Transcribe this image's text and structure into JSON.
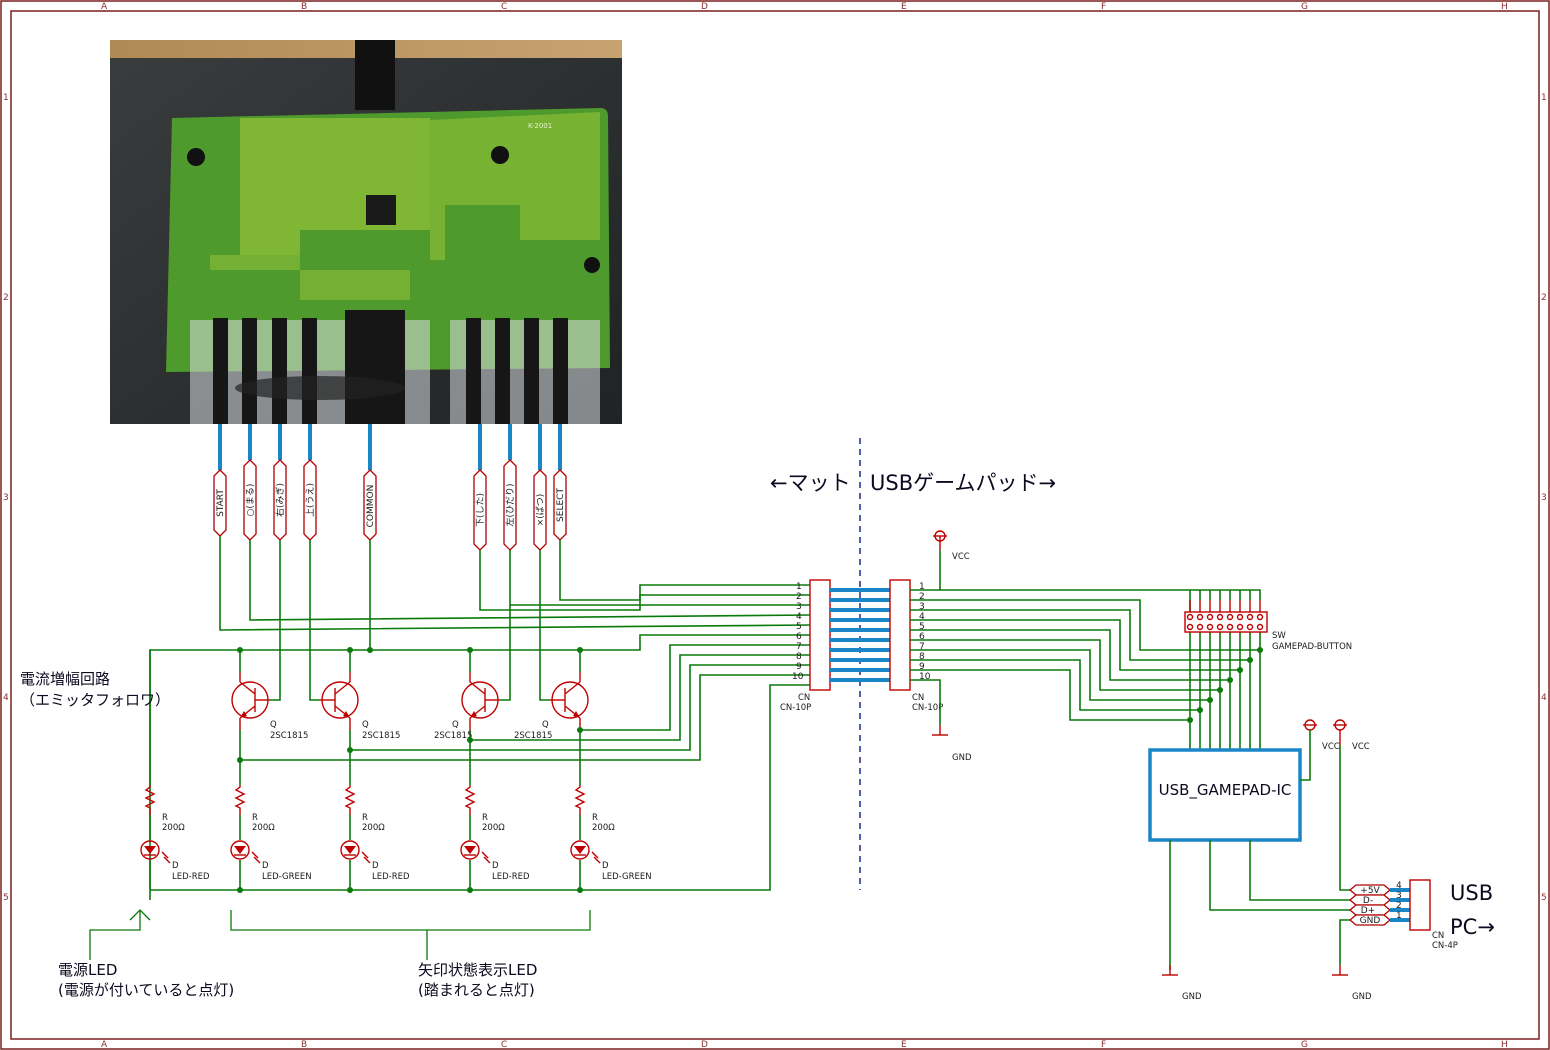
{
  "sheet": {
    "columns": [
      "A",
      "B",
      "C",
      "D",
      "E",
      "F",
      "G",
      "H"
    ],
    "rows": [
      "1",
      "2",
      "3",
      "4",
      "5"
    ]
  },
  "photo": {
    "description": "Photo of dance mat controller PCB with flat flexible cable",
    "board_marking": "K-2001"
  },
  "mat_labels": [
    {
      "id": "start",
      "text": "START"
    },
    {
      "id": "maru",
      "text": "○(まる)"
    },
    {
      "id": "migi",
      "text": "右(みぎ)"
    },
    {
      "id": "ue",
      "text": "上(うえ)"
    },
    {
      "id": "common",
      "text": "COMMON"
    },
    {
      "id": "shita",
      "text": "下(した)"
    },
    {
      "id": "hidari",
      "text": "左(ひだり)"
    },
    {
      "id": "batsu",
      "text": "×(ばつ)"
    },
    {
      "id": "select",
      "text": "SELECT"
    }
  ],
  "section_header": {
    "left": "←マット",
    "right": "USBゲームパッド→"
  },
  "connector_left": {
    "ref": "CN",
    "value": "CN-10P",
    "pins": [
      "1",
      "2",
      "3",
      "4",
      "5",
      "6",
      "7",
      "8",
      "9",
      "10"
    ]
  },
  "connector_right": {
    "ref": "CN",
    "value": "CN-10P",
    "pins": [
      "1",
      "2",
      "3",
      "4",
      "5",
      "6",
      "7",
      "8",
      "9",
      "10"
    ]
  },
  "power": {
    "vcc_label": "VCC",
    "gnd_label": "GND"
  },
  "switch": {
    "ref": "SW",
    "value": "GAMEPAD-BUTTON"
  },
  "ic": {
    "name": "USB_GAMEPAD-IC"
  },
  "usb_connector": {
    "ref": "CN",
    "value": "CN-4P",
    "pins": [
      {
        "num": "4",
        "label": "+5V"
      },
      {
        "num": "3",
        "label": "D-"
      },
      {
        "num": "2",
        "label": "D+"
      },
      {
        "num": "1",
        "label": "GND"
      }
    ],
    "title_line1": "USB",
    "title_line2": "PC→"
  },
  "transistors": [
    {
      "ref": "Q",
      "value": "2SC1815"
    },
    {
      "ref": "Q",
      "value": "2SC1815"
    },
    {
      "ref": "Q",
      "value": "2SC1815"
    },
    {
      "ref": "Q",
      "value": "2SC1815"
    }
  ],
  "resistors": [
    {
      "ref": "R",
      "value": "200Ω"
    },
    {
      "ref": "R",
      "value": "200Ω"
    },
    {
      "ref": "R",
      "value": "200Ω"
    },
    {
      "ref": "R",
      "value": "200Ω"
    },
    {
      "ref": "R",
      "value": "200Ω"
    }
  ],
  "leds": [
    {
      "ref": "D",
      "value": "LED-RED",
      "color": "#c00000"
    },
    {
      "ref": "D",
      "value": "LED-GREEN",
      "color": "#c00000"
    },
    {
      "ref": "D",
      "value": "LED-RED",
      "color": "#c00000"
    },
    {
      "ref": "D",
      "value": "LED-RED",
      "color": "#c00000"
    },
    {
      "ref": "D",
      "value": "LED-GREEN",
      "color": "#c00000"
    }
  ],
  "annotations": {
    "amp_title": "電流増幅回路",
    "amp_sub": "（エミッタフォロワ）",
    "power_led_title": "電源LED",
    "power_led_sub": "(電源が付いていると点灯)",
    "arrow_led_title": "矢印状態表示LED",
    "arrow_led_sub": "(踏まれると点灯)"
  },
  "colors": {
    "wire": "#0a7a0a",
    "bus": "#1a86c8",
    "part": "#c00000",
    "frame": "#7a1f1f"
  }
}
